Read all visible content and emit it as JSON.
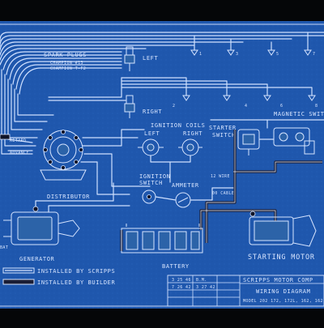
{
  "colors": {
    "blueprint": "#1f57ad",
    "ink": "#d6e4ff",
    "frame": "#050608",
    "heavy_cable": "#1a1d34"
  },
  "labels": {
    "spark_plugs": "SPARK PLUGS",
    "spark_plug_note_1": "CHAMPION #13",
    "spark_plug_note_2": "CHAMPION T-F2",
    "left": "LEFT",
    "right": "RIGHT",
    "cyl_top": [
      "1",
      "3",
      "5",
      "7"
    ],
    "cyl_bottom": [
      "2",
      "4",
      "6",
      "8"
    ],
    "retard": "RETARD",
    "advance": "ADVANCE",
    "distributor": "DISTRIBUTOR",
    "ignition_coils": "IGNITION COILS",
    "coil_left": "LEFT",
    "coil_right": "RIGHT",
    "starter_switch_1": "STARTER",
    "starter_switch_2": "SWITCH",
    "magnetic_switch": "MAGNETIC SWITCH",
    "ignition_switch_1": "IGNITION",
    "ignition_switch_2": "SWITCH",
    "ammeter": "AMMETER",
    "wire_12": "12 WIRE",
    "cable_00": "00 CABLE",
    "generator": "GENERATOR",
    "battery": "BATTERY",
    "starting_motor": "STARTING MOTOR",
    "fuse": "BAT",
    "legend_scripps": "INSTALLED BY SCRIPPS",
    "legend_builder": "INSTALLED BY BUILDER"
  },
  "title_block": {
    "company": "SCRIPPS MOTOR COMP",
    "title": "WIRING DIAGRAM",
    "model": "MODEL 202 172, 172L, 162, 162",
    "revision_rows": [
      [
        "3 25 46",
        "B.M."
      ],
      [
        "7 26 42",
        "3 27 42"
      ],
      [
        "",
        ""
      ]
    ]
  }
}
